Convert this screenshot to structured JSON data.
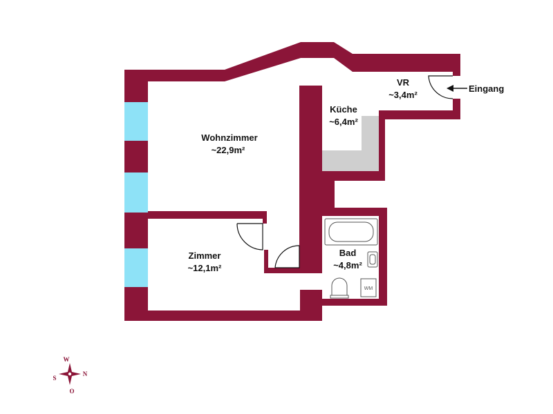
{
  "colors": {
    "wall": "#8b1538",
    "window": "#8ee2f7",
    "counter": "#cfcfcf",
    "fixture_stroke": "#555555",
    "text": "#111111"
  },
  "rooms": {
    "living": {
      "name": "Wohnzimmer",
      "area": "~22,9m²"
    },
    "kitchen": {
      "name": "Küche",
      "area": "~6,4m²"
    },
    "hall": {
      "name": "VR",
      "area": "~3,4m²"
    },
    "room": {
      "name": "Zimmer",
      "area": "~12,1m²"
    },
    "bath": {
      "name": "Bad",
      "area": "~4,8m²"
    }
  },
  "entrance": {
    "label": "Eingang",
    "icon": "arrow-left-icon"
  },
  "fixtures": {
    "washer": "WM"
  },
  "compass": {
    "north": "N",
    "south": "S",
    "west": "W",
    "east": "O",
    "icon": "compass-rose-icon"
  }
}
